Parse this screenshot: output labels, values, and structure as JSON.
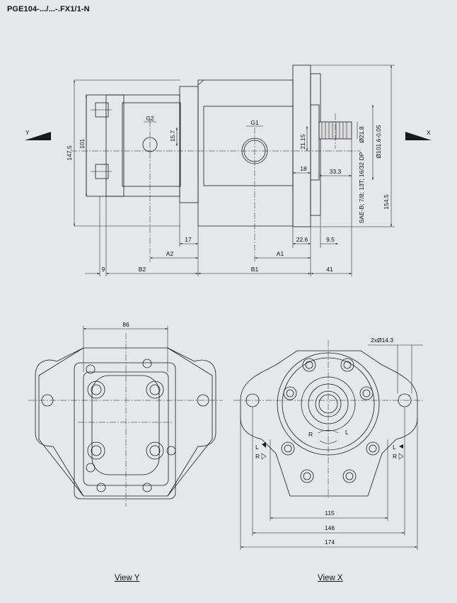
{
  "title": "PGE104-.../...-.FX1/1-N",
  "side_view": {
    "labels": {
      "g1": "G1",
      "g2": "G2",
      "view_y": "Y",
      "view_x": "X"
    },
    "dimensions": {
      "d147_5": "147.5",
      "d101": "101",
      "d15_7": "15.7",
      "d21_15": "21.15",
      "d18": "18",
      "d33_3": "33.3",
      "d21_8": "Ø21.8",
      "d101_6": "Ø101.6-0.05",
      "spline": "SAE-B; 7/8; 13T; 16/32 DP",
      "d154_5": "154.5",
      "d17": "17",
      "d22_6": "22.6",
      "d9_5": "9.5",
      "a2": "A2",
      "a1": "A1",
      "d9": "9",
      "b2": "B2",
      "b1": "B1",
      "d41": "41"
    }
  },
  "view_y": {
    "dimensions": {
      "d86": "86"
    },
    "caption": "View Y"
  },
  "view_x": {
    "dimensions": {
      "holes": "2xØ14.3",
      "d115": "115",
      "d146": "146",
      "d174": "174"
    },
    "rotation": {
      "r": "R",
      "l": "L"
    },
    "ports_left": {
      "l": "L",
      "r": "R"
    },
    "ports_right": {
      "l": "L",
      "r": "R"
    },
    "caption": "View X"
  }
}
